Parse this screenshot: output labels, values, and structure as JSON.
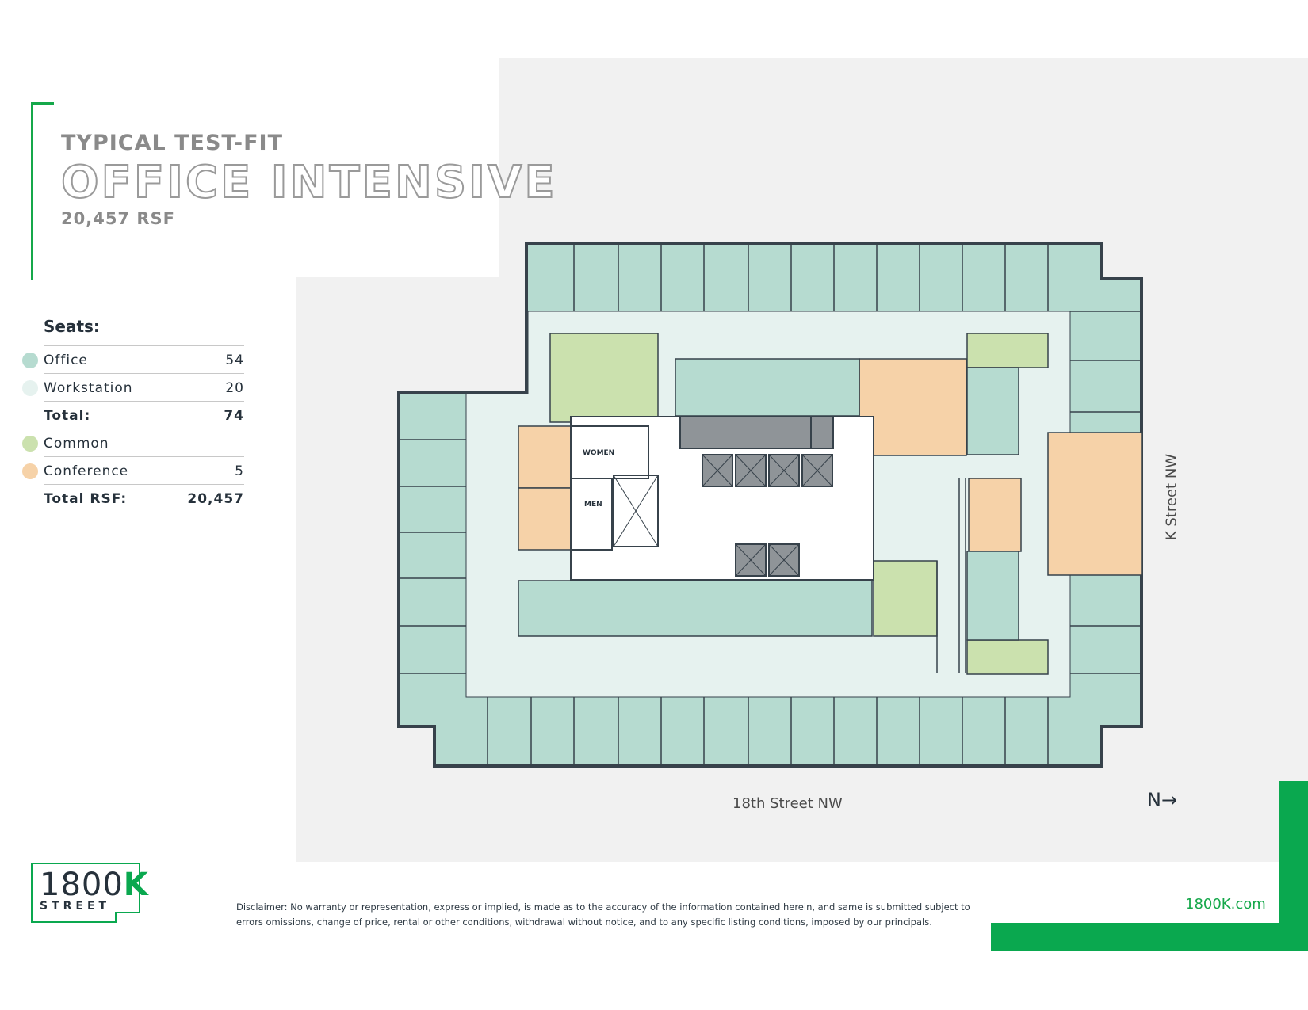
{
  "header": {
    "kicker": "TYPICAL TEST-FIT",
    "headline": "OFFICE INTENSIVE",
    "rsf": "20,457 RSF"
  },
  "seats": {
    "title": "Seats:",
    "rows": [
      {
        "label": "Office",
        "value": "54",
        "color": "#b6dbd0"
      },
      {
        "label": "Workstation",
        "value": "20",
        "color": "#e6f2ef"
      },
      {
        "label": "Total:",
        "value": "74"
      },
      {
        "label": "Common",
        "value": "",
        "color": "#cbe1ae"
      },
      {
        "label": "Conference",
        "value": "5",
        "color": "#f6d2a8"
      },
      {
        "label": "Total RSF:",
        "value": "20,457"
      }
    ]
  },
  "plan": {
    "restroom_women": "WOMEN",
    "restroom_men": "MEN",
    "street_bottom": "18th Street NW",
    "street_right": "K Street NW",
    "north_arrow": "N→"
  },
  "colors": {
    "office": "#b6dbd0",
    "workstation": "#e6f2ef",
    "common": "#cbe1ae",
    "conference": "#f6d2a8",
    "core": "#8f9498",
    "wall": "#37424b",
    "brand_green": "#0aa84f"
  },
  "footer": {
    "logo_number": "1800",
    "logo_letter": "K",
    "logo_street": "STREET",
    "disclaimer": "Disclaimer: No warranty or representation, express or implied, is made as to the accuracy of the information contained herein, and same is submitted subject to errors omissions, change of price, rental or other conditions, withdrawal without notice, and to any specific listing conditions, imposed by our principals.",
    "url": "1800K.com"
  }
}
